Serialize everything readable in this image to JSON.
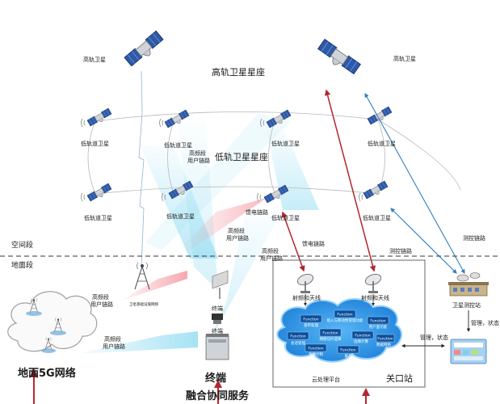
{
  "labels": {
    "high_orbit_sat_left": "高轨卫星",
    "high_orbit_sat_right": "高轨卫星",
    "high_orbit_constellation": "高轨卫星星座",
    "low_orbit_constellation": "低轨卫星星座",
    "low_orbit_sat": "低轨道卫星",
    "space_segment": "空间段",
    "ground_segment": "地面段",
    "hf_user_link": "高频段\n用户链路",
    "feeder_link": "馈电链路",
    "control_link": "测控链路",
    "dish_antenna": "射频和天线",
    "satellite_ctrl_station": "卫星测控站",
    "mgmt_status": "管理，状态",
    "cloud_platform": "云处理平台",
    "gateway": "关口站",
    "ground_5g": "地面5G网络",
    "terminal_big": "终端",
    "terminal_small": "终端",
    "fusion_service": "融合协同服务",
    "tower_caption": "卫星基础设施网络"
  },
  "cloud_boxes": [
    "Function",
    "Function",
    "Function",
    "Function",
    "Function",
    "Function",
    "Function",
    "Function",
    "Function"
  ],
  "cloud_box_caption": [
    "基带处理",
    "接入与移动性管理功能",
    "用户面功能",
    "会话管理",
    "网络切片选择",
    "边缘计算",
    "数据网络",
    "策略控制",
    "服务"
  ],
  "colors": {
    "feeder": "#b3262e",
    "control": "#3a86c8",
    "cloud": "#2e8fe0",
    "beam_blue": "#6fd0ec",
    "beam_red": "#f0a0a8",
    "solar_blue": "#2d5aa8",
    "arrow_red": "#c0242d"
  }
}
